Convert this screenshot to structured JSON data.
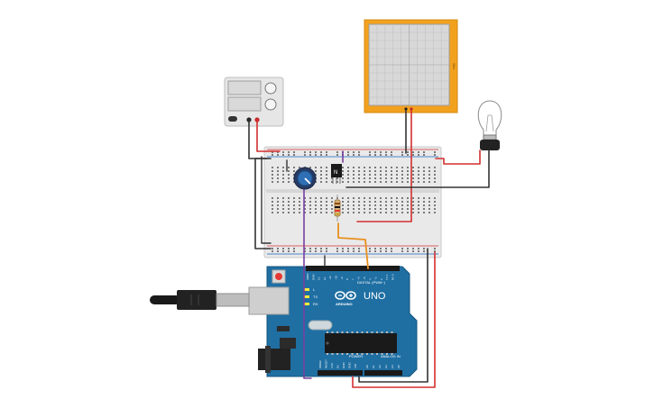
{
  "arduino": {
    "brand": "ARDUINO",
    "model": "UNO",
    "digital_label": "DIGITAL (PWM~)",
    "power_label": "POWER",
    "analog_label": "ANALOG IN",
    "led_l": "L",
    "led_tx": "TX",
    "led_rx": "RX",
    "analog_pins": [
      "A0",
      "A1",
      "A2",
      "A3",
      "A4",
      "A5"
    ],
    "power_pins": [
      "IOREF",
      "RESET",
      "3.3V",
      "5V",
      "GND",
      "GND",
      "VIN"
    ],
    "digital_pins": [
      "AREF",
      "GND",
      "13",
      "12",
      "~11",
      "~10",
      "~9",
      "8",
      "7",
      "~6",
      "~5",
      "4",
      "~3",
      "2",
      "TX 1",
      "RX 0"
    ]
  },
  "oscilloscope": {
    "brand_text": "Sim"
  },
  "transistor": {
    "label": "N"
  },
  "colors": {
    "wire_red": "#d32f2f",
    "wire_black": "#333333",
    "wire_purple": "#7b3fa0",
    "wire_orange": "#e8901f",
    "board_blue": "#1f6fa3",
    "scope_frame": "#f2a11e",
    "breadboard": "#e9e9e9"
  }
}
